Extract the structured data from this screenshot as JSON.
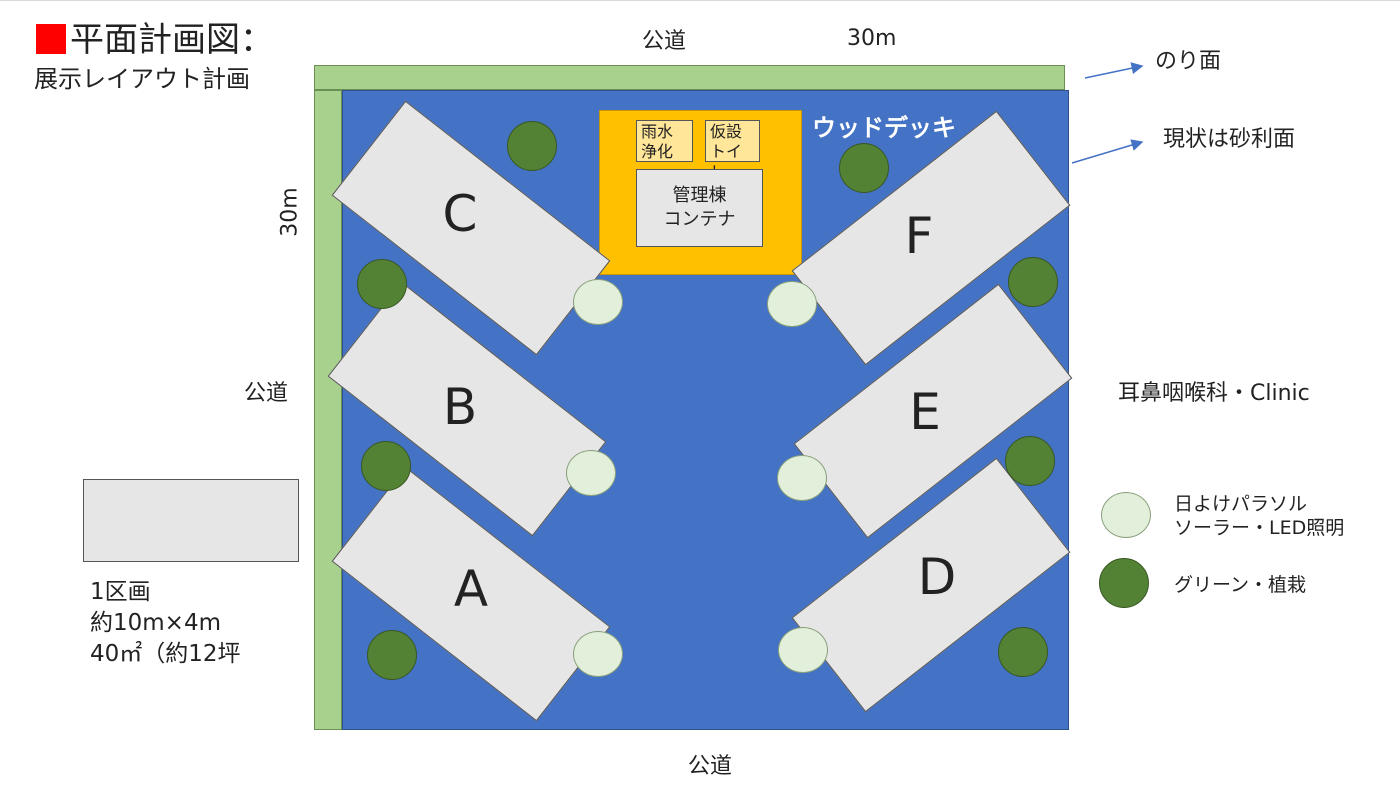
{
  "title": "平面計画図：",
  "subtitle": "展示レイアウト計画",
  "labels": {
    "road_top": "公道",
    "road_left": "公道",
    "road_bottom": "公道",
    "dim_width": "30m",
    "dim_height": "30m",
    "slope": "のり面",
    "gravel": "現状は砂利面",
    "clinic": "耳鼻咽喉科・Clinic",
    "wood_deck": "ウッドデッキ"
  },
  "facilities": {
    "rainwater": "雨水\n浄化",
    "toilet": "仮設\nトイレ",
    "management": "管理棟\nコンテナ"
  },
  "stalls": [
    "A",
    "B",
    "C",
    "D",
    "E",
    "F"
  ],
  "sample_plot": {
    "line1": "1区画",
    "line2": "約10m×4m",
    "line3": "40㎡（約12坪"
  },
  "legend": {
    "parasol": "日よけパラソル\nソーラー・LED照明",
    "green": "グリーン・植栽"
  },
  "colors": {
    "plot": "#4472c4",
    "slope": "#a9d18e",
    "deck": "#ffc000",
    "stall": "#e7e6e6",
    "tree": "#548235",
    "parasol": "#e2efda",
    "title_mark": "#ff0000"
  }
}
